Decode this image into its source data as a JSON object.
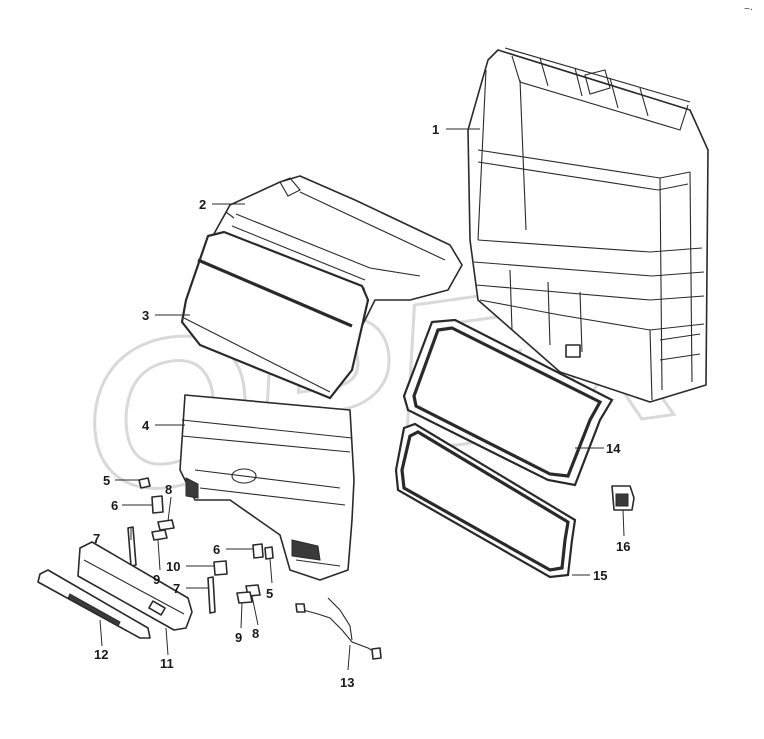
{
  "watermark": "OPEX",
  "corner_mark": "~·",
  "callouts": [
    {
      "id": "1",
      "label": "1"
    },
    {
      "id": "2",
      "label": "2"
    },
    {
      "id": "3",
      "label": "3"
    },
    {
      "id": "4",
      "label": "4"
    },
    {
      "id": "5a",
      "label": "5"
    },
    {
      "id": "5b",
      "label": "5"
    },
    {
      "id": "6a",
      "label": "6"
    },
    {
      "id": "6b",
      "label": "6"
    },
    {
      "id": "7a",
      "label": "7"
    },
    {
      "id": "7b",
      "label": "7"
    },
    {
      "id": "8a",
      "label": "8"
    },
    {
      "id": "8b",
      "label": "8"
    },
    {
      "id": "9a",
      "label": "9"
    },
    {
      "id": "9b",
      "label": "9"
    },
    {
      "id": "10",
      "label": "10"
    },
    {
      "id": "11",
      "label": "11"
    },
    {
      "id": "12",
      "label": "12"
    },
    {
      "id": "13",
      "label": "13"
    },
    {
      "id": "14",
      "label": "14"
    },
    {
      "id": "15",
      "label": "15"
    },
    {
      "id": "16",
      "label": "16"
    }
  ]
}
